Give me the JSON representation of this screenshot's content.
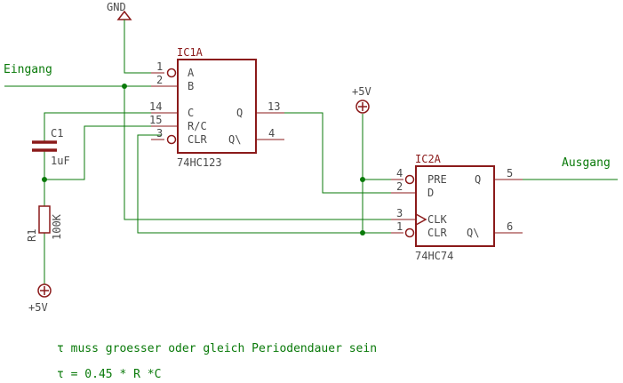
{
  "supplies": {
    "gnd_label": "GND",
    "vcc_label_top": "+5V",
    "vcc_label_bottom": "+5V"
  },
  "nets": {
    "input": "Eingang",
    "output": "Ausgang"
  },
  "ic1": {
    "name": "IC1A",
    "part": "74HC123",
    "pins": [
      {
        "num": "1",
        "name": "A"
      },
      {
        "num": "2",
        "name": "B"
      },
      {
        "num": "14",
        "name": "C"
      },
      {
        "num": "15",
        "name": "R/C"
      },
      {
        "num": "3",
        "name": "CLR"
      },
      {
        "num": "13",
        "name": "Q"
      },
      {
        "num": "4",
        "name": "Q\\"
      }
    ]
  },
  "ic2": {
    "name": "IC2A",
    "part": "74HC74",
    "pins": [
      {
        "num": "4",
        "name": "PRE"
      },
      {
        "num": "2",
        "name": "D"
      },
      {
        "num": "3",
        "name": "CLK"
      },
      {
        "num": "1",
        "name": "CLR"
      },
      {
        "num": "5",
        "name": "Q"
      },
      {
        "num": "6",
        "name": "Q\\"
      }
    ]
  },
  "c1": {
    "name": "C1",
    "value": "1uF"
  },
  "r1": {
    "name": "R1",
    "value": "100K"
  },
  "notes": [
    "τ muss groesser oder gleich Periodendauer sein",
    "τ = 0.45 * R *C"
  ]
}
